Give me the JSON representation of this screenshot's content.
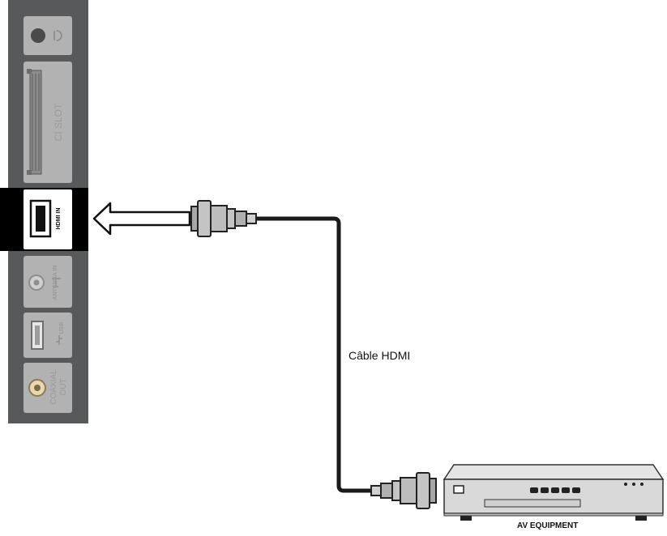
{
  "panel": {
    "ports": {
      "headphone_icon": "headphone-icon",
      "ci_slot_label": "CI SLOT",
      "hdmi_label": "HDMI IN",
      "antenna_label": "ANTENNA IN",
      "usb_label": "USB",
      "coaxial_label_1": "COAXIAL",
      "coaxial_label_2": "OUT"
    }
  },
  "cable": {
    "label": "Câble HDMI"
  },
  "device": {
    "label": "AV EQUIPMENT"
  },
  "colors": {
    "panel": "#58595b",
    "port_box": "#b2b2b2",
    "highlight": "#000000",
    "cable": "#1a1a1a",
    "connector": "#a7a7a7"
  }
}
